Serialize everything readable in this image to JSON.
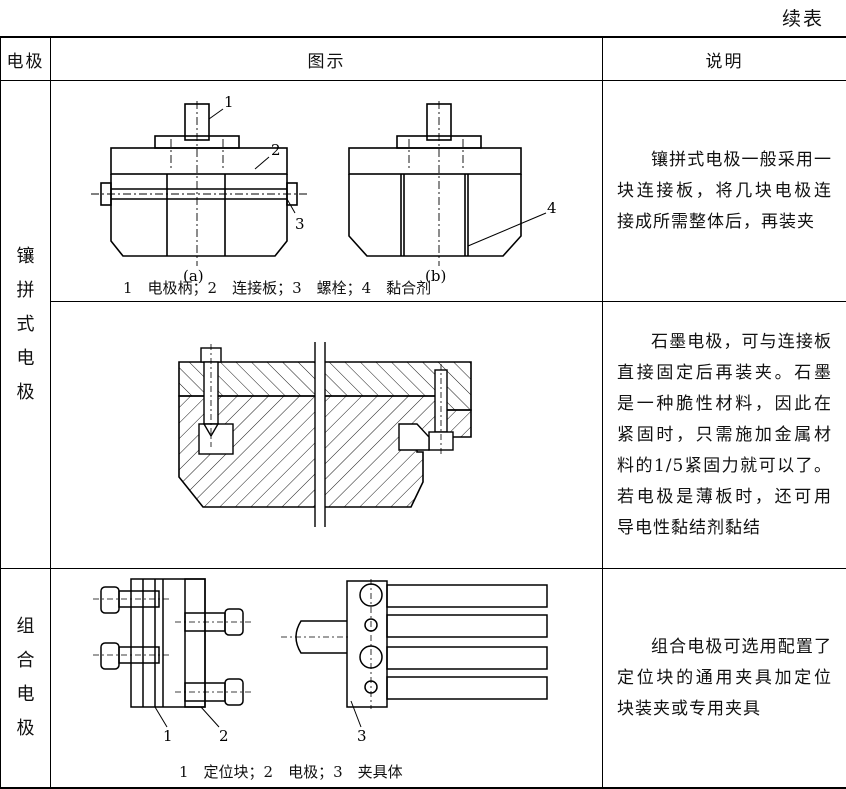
{
  "continued_label": "续表",
  "header": {
    "col_electrode": "电极",
    "col_figure": "图示",
    "col_description": "说明"
  },
  "rows": [
    {
      "electrode": "镶拼式电极",
      "figure_labels": [
        "1",
        "2",
        "3",
        "4"
      ],
      "sub_labels": [
        "(a)",
        "(b)"
      ],
      "caption": "1　电极柄；2　连接板；3　螺栓；4　黏合剂",
      "description": "镶拼式电极一般采用一块连接板，将几块电极连接成所需整体后，再装夹"
    },
    {
      "description": "石墨电极，可与连接板直接固定后再装夹。石墨是一种脆性材料，因此在紧固时，只需施加金属材料的1/5紧固力就可以了。若电极是薄板时，还可用导电性黏结剂黏结"
    },
    {
      "electrode": "组合电极",
      "figure_labels": [
        "1",
        "2",
        "3"
      ],
      "caption": "1　定位块；2　电极；3　夹具体",
      "description": "组合电极可选用配置了定位块的通用夹具加定位块装夹或专用夹具"
    }
  ]
}
